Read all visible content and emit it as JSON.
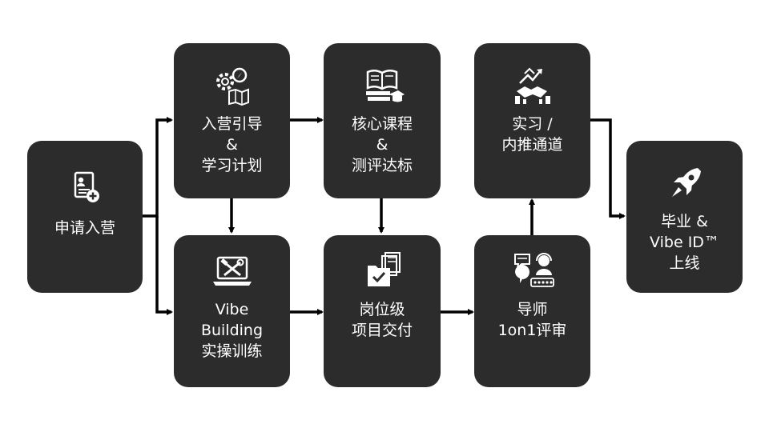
{
  "nodes": {
    "apply": {
      "lines": [
        "申请入营"
      ],
      "icon": "application-form-icon"
    },
    "onboarding": {
      "lines": [
        "入营引导",
        "&",
        "学习计划"
      ],
      "icon": "gears-compass-map-icon"
    },
    "core_courses": {
      "lines": [
        "核心课程",
        "&",
        "测评达标"
      ],
      "icon": "books-graduation-cap-icon"
    },
    "internship": {
      "lines": [
        "实习 /",
        "内推通道"
      ],
      "icon": "handshake-growth-icon"
    },
    "vibe_building": {
      "lines": [
        "Vibe",
        "Building",
        "实操训练"
      ],
      "icon": "laptop-tools-icon"
    },
    "project_delivery": {
      "lines": [
        "岗位级",
        "项目交付"
      ],
      "icon": "checked-documents-icon"
    },
    "mentor_review": {
      "lines": [
        "导师",
        "1on1评审"
      ],
      "icon": "mentor-chat-rating-icon"
    },
    "graduation": {
      "lines": [
        "毕业 &",
        "Vibe ID™",
        "上线"
      ],
      "icon": "rocket-icon"
    }
  },
  "colors": {
    "node_fill": "#2c2c2c",
    "node_text": "#ffffff",
    "connector": "#000000"
  }
}
